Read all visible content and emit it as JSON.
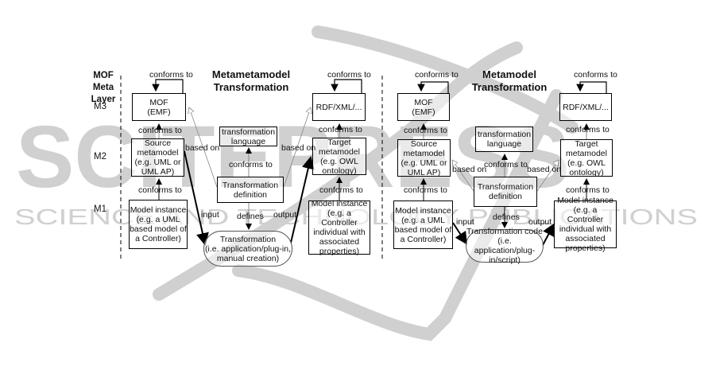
{
  "watermark": {
    "line1": "SCITEPRESS",
    "line2": "SCIENCE AND TECHNOLOGY PUBLICATIONS",
    "color": "#d0d0d0"
  },
  "layers": {
    "header": "MOF\nMeta\nLayer",
    "m3": "M3",
    "m2": "M2",
    "m1": "M1"
  },
  "left_panel": {
    "title": "Metametamodel\nTransformation",
    "mof_box": "MOF\n(EMF)",
    "source_box": "Source\nmetamodel\n(e.g. UML or\nUML AP)",
    "model_box": "Model instance\n(e.g. a UML\nbased model of\na Controller)",
    "lang_box": "transformation\nlanguage",
    "def_box": "Transformation\ndefinition",
    "transform_ellipse": "Transformation\n(i.e. application/plug-in,\nmanual creation)",
    "rdf_box": "RDF/XML/...",
    "target_box": "Target\nmetamodel\n(e.g. OWL\nontology)",
    "target_model_box": "Model instance\n(e.g. a Controller\nindividual with\nassociated\nproperties)",
    "labels": {
      "conforms_mof_self": "conforms to",
      "conforms_source": "conforms to",
      "conforms_model": "conforms to",
      "conforms_def": "conforms to",
      "conforms_rdf_self": "conforms to",
      "conforms_target": "conforms to",
      "conforms_target_model": "conforms to",
      "based_on_left": "based on",
      "based_on_right": "based on",
      "input": "input",
      "defines": "defines",
      "output": "output"
    }
  },
  "right_panel": {
    "title": "Metamodel\nTransformation",
    "mof_box": "MOF\n(EMF)",
    "source_box": "Source\nmetamodel\n(e.g. UML or\nUML AP)",
    "model_box": "Model instance\n(e.g. a UML\nbased model of\na Controller)",
    "lang_box": "transformation\nlanguage",
    "def_box": "Transformation\ndefinition",
    "transform_ellipse": "Transformation code\n(i.e. application/plug-\nin/script)",
    "rdf_box": "RDF/XML/...",
    "target_box": "Target\nmetamodel\n(e.g. OWL\nontology)",
    "target_model_box": "Model instance\n(e.g. a Controller\nindividual with\nassociated\nproperties)",
    "labels": {
      "conforms_mof_self": "conforms to",
      "conforms_source": "conforms to",
      "conforms_model": "conforms to",
      "conforms_def": "conforms to",
      "conforms_rdf_self": "conforms to",
      "conforms_target": "conforms to",
      "conforms_target_model": "conforms to",
      "based_on_left": "based on",
      "based_on_right": "based on",
      "input": "input",
      "defines": "defines",
      "output": "output"
    }
  }
}
